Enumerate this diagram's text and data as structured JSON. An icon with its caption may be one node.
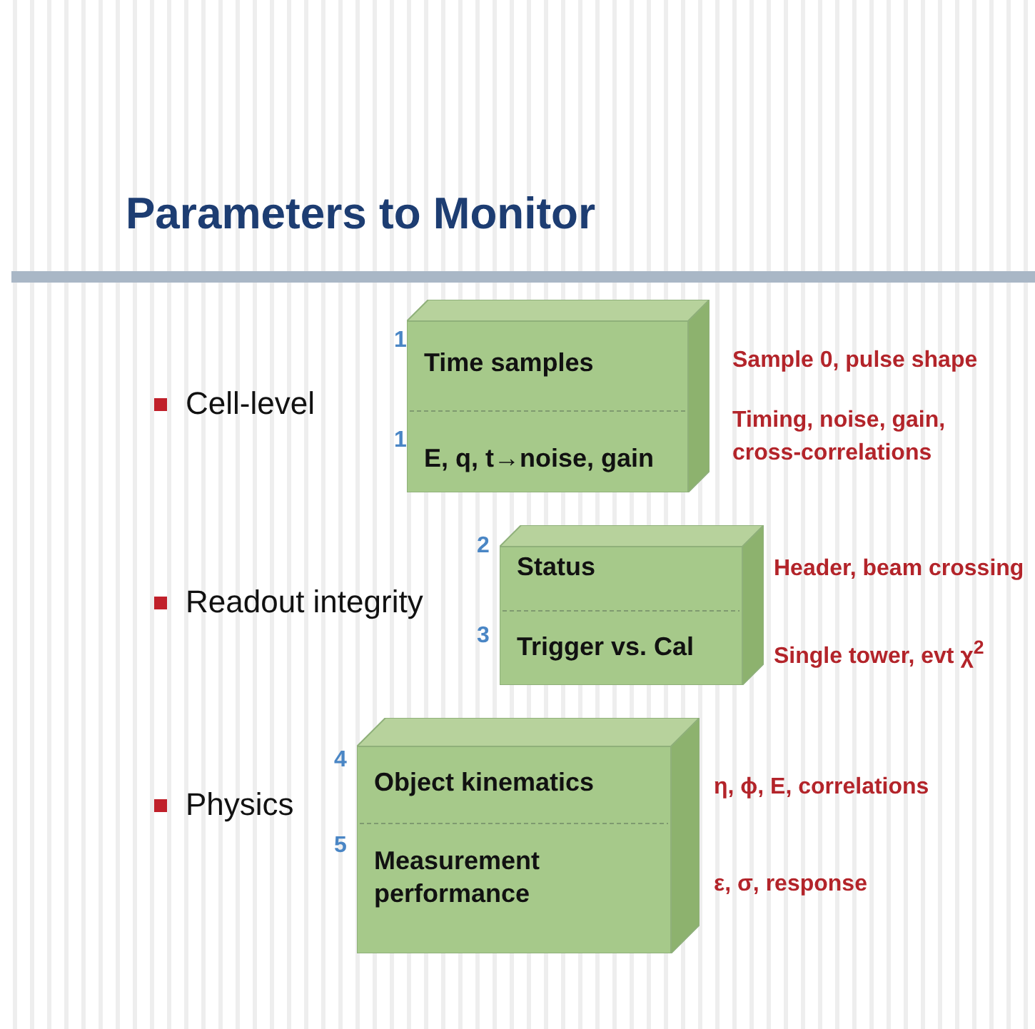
{
  "diagram": {
    "title": "Parameters to Monitor",
    "nodes": [
      {
        "text": [
          "Time samples",
          "E, q, t→noise, gain"
        ],
        "beside": [
          "Sample 0, pulse shape",
          "Timing, noise, gain, cross-correlations"
        ]
      },
      {
        "text": [
          "Status",
          "Trigger vs. Cal"
        ],
        "beside": [
          "Header, beam crossing",
          "Single tower, evt χ$^{2}$"
        ]
      },
      {
        "text": [
          "Object kinematics",
          "Measurement performance"
        ],
        "beside": [
          "η, ϕ,  E, correlations",
          "ε, σ, response"
        ]
      }
    ],
    "edges": [],
    "labels": [
      "1",
      "Cell-level",
      "1",
      "2",
      "Readout integrity",
      "3",
      "4",
      "Physics",
      "5"
    ]
  }
}
